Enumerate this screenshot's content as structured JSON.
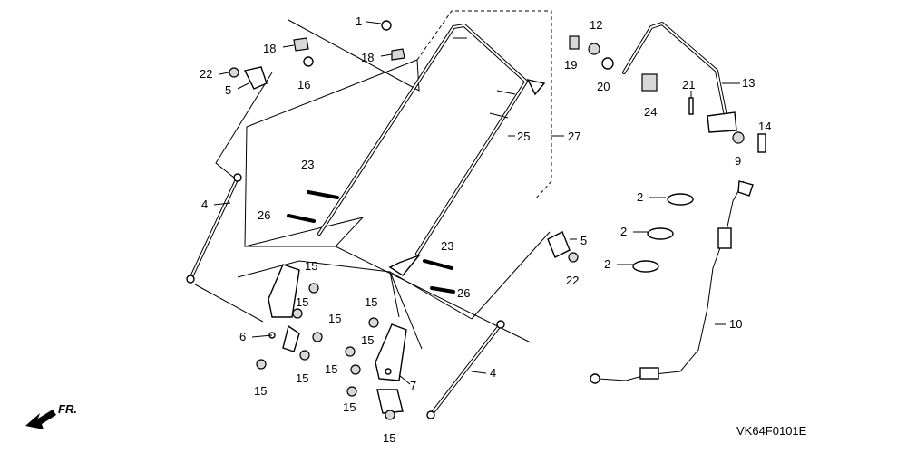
{
  "diagram_code": "VK64F0101E",
  "direction_label": "FR.",
  "callouts": [
    {
      "id": "c1",
      "label": "1"
    },
    {
      "id": "c2a",
      "label": "2"
    },
    {
      "id": "c2b",
      "label": "2"
    },
    {
      "id": "c2c",
      "label": "2"
    },
    {
      "id": "c4a",
      "label": "4"
    },
    {
      "id": "c4b",
      "label": "4"
    },
    {
      "id": "c5a",
      "label": "5"
    },
    {
      "id": "c5b",
      "label": "5"
    },
    {
      "id": "c6",
      "label": "6"
    },
    {
      "id": "c7",
      "label": "7"
    },
    {
      "id": "c9",
      "label": "9"
    },
    {
      "id": "c10",
      "label": "10"
    },
    {
      "id": "c12",
      "label": "12"
    },
    {
      "id": "c13",
      "label": "13"
    },
    {
      "id": "c14",
      "label": "14"
    },
    {
      "id": "c15a",
      "label": "15"
    },
    {
      "id": "c15b",
      "label": "15"
    },
    {
      "id": "c15c",
      "label": "15"
    },
    {
      "id": "c15d",
      "label": "15"
    },
    {
      "id": "c15e",
      "label": "15"
    },
    {
      "id": "c15f",
      "label": "15"
    },
    {
      "id": "c15g",
      "label": "15"
    },
    {
      "id": "c15h",
      "label": "15"
    },
    {
      "id": "c15i",
      "label": "15"
    },
    {
      "id": "c15j",
      "label": "15"
    },
    {
      "id": "c16",
      "label": "16"
    },
    {
      "id": "c18a",
      "label": "18"
    },
    {
      "id": "c18b",
      "label": "18"
    },
    {
      "id": "c19",
      "label": "19"
    },
    {
      "id": "c20",
      "label": "20"
    },
    {
      "id": "c21",
      "label": "21"
    },
    {
      "id": "c22a",
      "label": "22"
    },
    {
      "id": "c22b",
      "label": "22"
    },
    {
      "id": "c23a",
      "label": "23"
    },
    {
      "id": "c23b",
      "label": "23"
    },
    {
      "id": "c24",
      "label": "24"
    },
    {
      "id": "c25",
      "label": "25"
    },
    {
      "id": "c26a",
      "label": "26"
    },
    {
      "id": "c26b",
      "label": "26"
    },
    {
      "id": "c27",
      "label": "27"
    }
  ]
}
